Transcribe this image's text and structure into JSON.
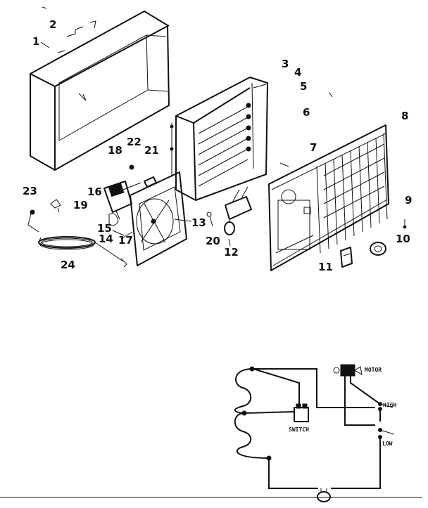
{
  "callouts": [
    "1",
    "2",
    "3",
    "4",
    "5",
    "6",
    "7",
    "8",
    "9",
    "10",
    "11",
    "12",
    "13",
    "14",
    "15",
    "16",
    "17",
    "18",
    "19",
    "20",
    "21",
    "22",
    "23",
    "24"
  ],
  "wiring": {
    "motor": "MOTOR",
    "switch": "SWITCH",
    "high": "HIGH",
    "low": "LOW"
  },
  "colors": {
    "ink": "#111111",
    "paper": "#ffffff"
  }
}
